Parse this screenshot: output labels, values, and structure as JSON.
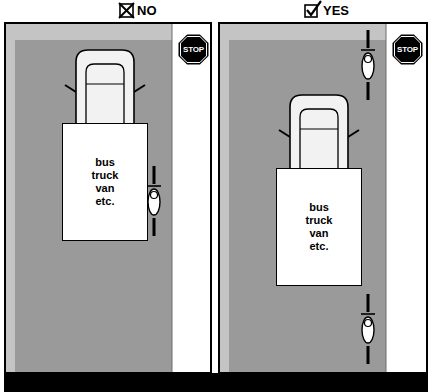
{
  "diagram": {
    "nodes": [
      {
        "text": [
          "STOP"
        ]
      },
      {
        "text": [
          "bus truck van etc."
        ]
      },
      {
        "text": [
          "STOP"
        ]
      },
      {
        "text": [
          "bus truck van etc."
        ]
      }
    ],
    "labels": [
      "NO",
      "YES"
    ]
  }
}
